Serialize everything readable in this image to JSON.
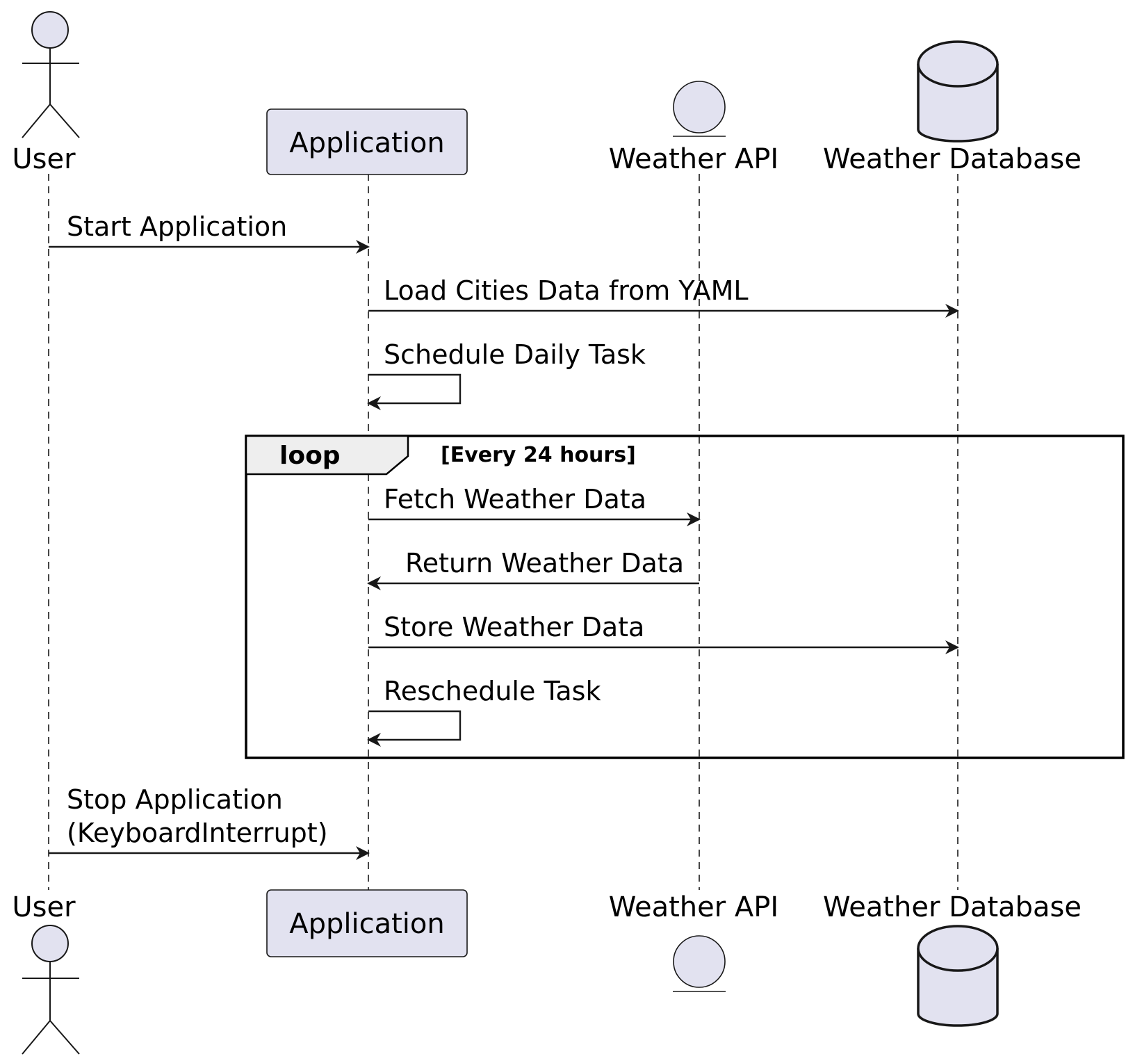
{
  "colors": {
    "participant_fill": "#e2e2f0",
    "line": "#181818",
    "loop_header_fill": "#eeeeee",
    "background": "#ffffff"
  },
  "participants": [
    {
      "id": "user",
      "name": "User",
      "kind": "actor",
      "icon": "actor-icon"
    },
    {
      "id": "application",
      "name": "Application",
      "kind": "participant"
    },
    {
      "id": "weather_api",
      "name": "Weather API",
      "kind": "entity",
      "icon": "entity-icon"
    },
    {
      "id": "weather_db",
      "name": "Weather Database",
      "kind": "database",
      "icon": "database-icon"
    }
  ],
  "messages": [
    {
      "from": "user",
      "to": "application",
      "lines": [
        "Start Application"
      ]
    },
    {
      "from": "application",
      "to": "weather_db",
      "lines": [
        "Load Cities Data from YAML"
      ]
    },
    {
      "from": "application",
      "to": "application",
      "lines": [
        "Schedule Daily Task"
      ]
    },
    {
      "from": "application",
      "to": "weather_api",
      "lines": [
        "Fetch Weather Data"
      ]
    },
    {
      "from": "weather_api",
      "to": "application",
      "lines": [
        "Return Weather Data"
      ]
    },
    {
      "from": "application",
      "to": "weather_db",
      "lines": [
        "Store Weather Data"
      ]
    },
    {
      "from": "application",
      "to": "application",
      "lines": [
        "Reschedule Task"
      ]
    },
    {
      "from": "user",
      "to": "application",
      "lines": [
        "Stop Application",
        "(KeyboardInterrupt)"
      ]
    }
  ],
  "loop": {
    "keyword": "loop",
    "guard": "[Every 24 hours]",
    "first_message": 3,
    "last_message": 6
  }
}
